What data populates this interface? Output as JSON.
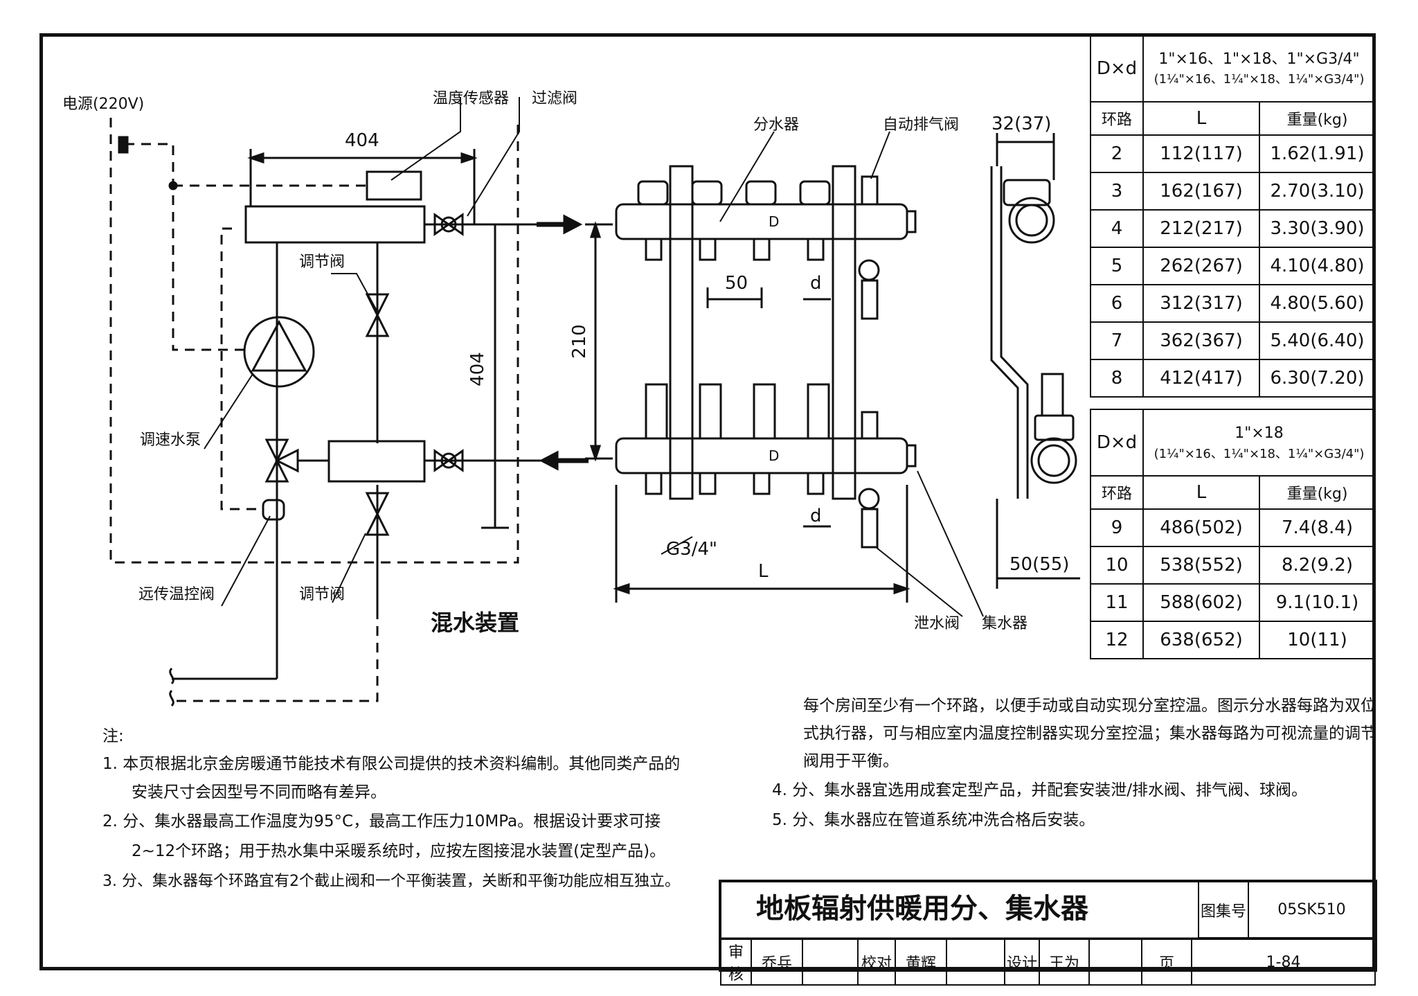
{
  "labels": {
    "power": "电源(220V)",
    "temp_sensor": "温度传感器",
    "filter_valve": "过滤阀",
    "reg_valve_top": "调节阀",
    "pump": "调速水泵",
    "remote_valve": "远传温控阀",
    "reg_valve_bottom": "调节阀",
    "mixing_device": "混水装置",
    "distributor": "分水器",
    "auto_vent": "自动排气阀",
    "drain_valve": "泄水阀",
    "collector": "集水器",
    "thread": "G3/4\"",
    "d_mark": "D"
  },
  "dimensions": {
    "w404_horizontal": "404",
    "h404_vertical": "404",
    "h210": "210",
    "spacing50": "50",
    "d_top": "d",
    "d_bottom": "d",
    "L": "L",
    "side_top": "32(37)",
    "side_bottom": "50(55)"
  },
  "table1": {
    "dxd_label": "D×d",
    "dxd_line1": "1\"×16、1\"×18、1\"×G3/4\"",
    "dxd_line2": "(1¼\"×16、1¼\"×18、1¼\"×G3/4\")",
    "headers": [
      "环路",
      "L",
      "重量(kg)"
    ],
    "rows": [
      [
        "2",
        "112(117)",
        "1.62(1.91)"
      ],
      [
        "3",
        "162(167)",
        "2.70(3.10)"
      ],
      [
        "4",
        "212(217)",
        "3.30(3.90)"
      ],
      [
        "5",
        "262(267)",
        "4.10(4.80)"
      ],
      [
        "6",
        "312(317)",
        "4.80(5.60)"
      ],
      [
        "7",
        "362(367)",
        "5.40(6.40)"
      ],
      [
        "8",
        "412(417)",
        "6.30(7.20)"
      ]
    ]
  },
  "table2": {
    "dxd_label": "D×d",
    "dxd_line1": "1\"×18",
    "dxd_line2": "(1¼\"×16、1¼\"×18、1¼\"×G3/4\")",
    "headers": [
      "环路",
      "L",
      "重量(kg)"
    ],
    "rows": [
      [
        "9",
        "486(502)",
        "7.4(8.4)"
      ],
      [
        "10",
        "538(552)",
        "8.2(9.2)"
      ],
      [
        "11",
        "588(602)",
        "9.1(10.1)"
      ],
      [
        "12",
        "638(652)",
        "10(11)"
      ]
    ]
  },
  "notes": {
    "title": "注:",
    "n1a": "1. 本页根据北京金房暖通节能技术有限公司提供的技术资料编制。其他同类产品的",
    "n1b": "安装尺寸会因型号不同而略有差异。",
    "n2a": "2. 分、集水器最高工作温度为95°C，最高工作压力10MPa。根据设计要求可接",
    "n2b": "2~12个环路；用于热水集中采暖系统时，应按左图接混水装置(定型产品)。",
    "n3": "3. 分、集水器每个环路宜有2个截止阀和一个平衡装置，关断和平衡功能应相互独立。",
    "r1": "每个房间至少有一个环路，以便手动或自动实现分室控温。图示分水器每路为双位",
    "r2": "式执行器，可与相应室内温度控制器实现分室控温；集水器每路为可视流量的调节",
    "r3": "阀用于平衡。",
    "n4": "4. 分、集水器宜选用成套定型产品，并配套安装泄/排水阀、排气阀、球阀。",
    "n5": "5. 分、集水器应在管道系统冲洗合格后安装。"
  },
  "title_block": {
    "title": "地板辐射供暖用分、集水器",
    "atlas_label": "图集号",
    "atlas_no": "05SK510",
    "review": "审核",
    "reviewer": "乔兵",
    "check": "校对",
    "checker": "黄辉",
    "design": "设计",
    "designer": "王为",
    "page_label": "页",
    "page_no": "1-84"
  }
}
